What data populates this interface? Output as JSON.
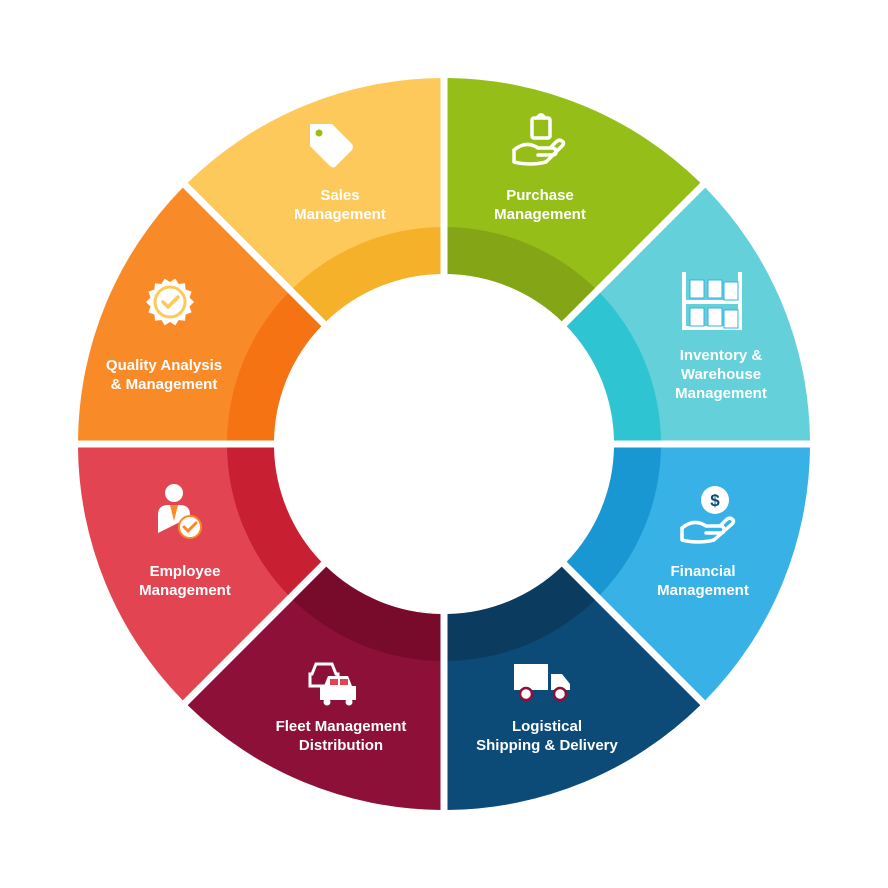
{
  "diagram": {
    "segments": [
      {
        "key": "sales",
        "lines": [
          "Sales",
          "Management"
        ],
        "icon": "price-tag-icon",
        "color": "#96be19",
        "inner_color": "#84a515"
      },
      {
        "key": "purchase",
        "lines": [
          "Purchase",
          "Management"
        ],
        "icon": "hand-holding-bag-icon",
        "color": "#63d0da",
        "inner_color": "#2fc4d2"
      },
      {
        "key": "inventory",
        "lines": [
          "Inventory &",
          "Warehouse",
          "Management"
        ],
        "icon": "warehouse-shelf-icon",
        "color": "#37b1e6",
        "inner_color": "#1997d3"
      },
      {
        "key": "financial",
        "lines": [
          "Financial",
          "Management"
        ],
        "icon": "hand-dollar-icon",
        "color": "#0c4a78",
        "inner_color": "#0b3c5f"
      },
      {
        "key": "logistics",
        "lines": [
          "Logistical",
          "Shipping & Delivery"
        ],
        "icon": "delivery-truck-icon",
        "color": "#8c1038",
        "inner_color": "#780a2c"
      },
      {
        "key": "fleet",
        "lines": [
          "Fleet Management",
          "Distribution"
        ],
        "icon": "cars-icon",
        "color": "#e24452",
        "inner_color": "#c91f33"
      },
      {
        "key": "employee",
        "lines": [
          "Employee",
          "Management"
        ],
        "icon": "employee-check-icon",
        "color": "#f98a28",
        "inner_color": "#f57312"
      },
      {
        "key": "quality",
        "lines": [
          "Quality Analysis",
          "& Management"
        ],
        "icon": "quality-badge-icon",
        "color": "#fdc95a",
        "inner_color": "#f6b12a"
      }
    ]
  }
}
